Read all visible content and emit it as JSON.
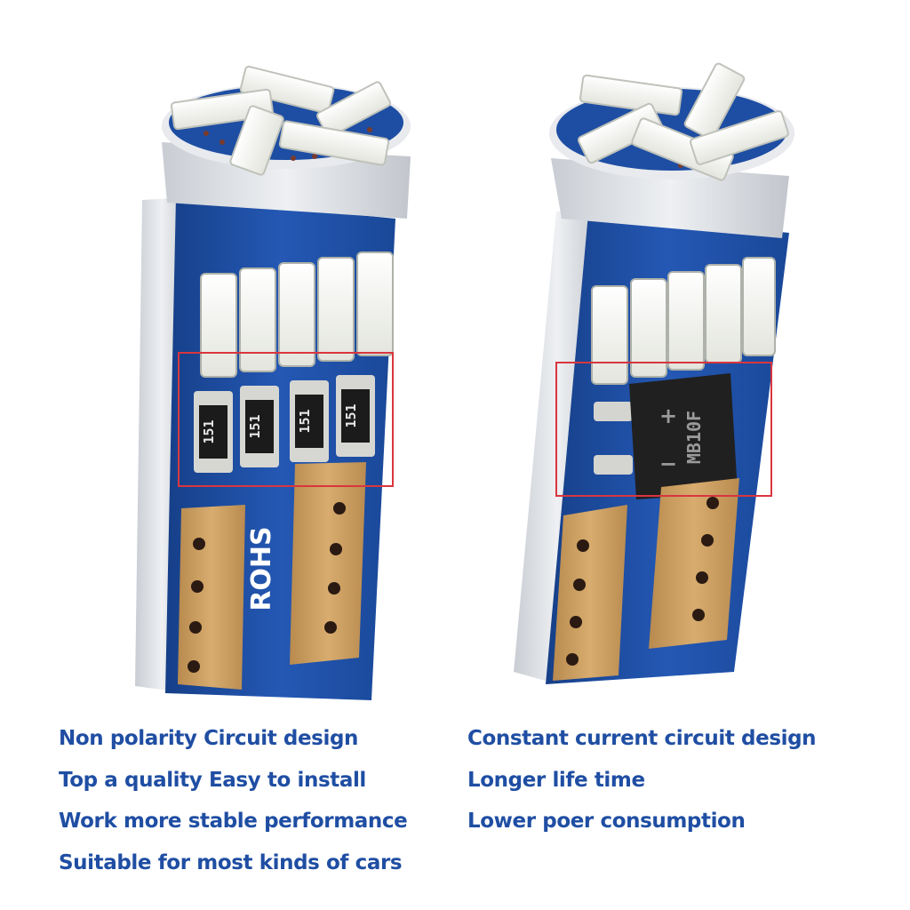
{
  "colors": {
    "feature_text": "#1f4ea3",
    "pcb_blue": "#1d4fa6",
    "pcb_blue_dark": "#163f88",
    "gold_pad": "#c99b5e",
    "highlight_box": "#d9363e",
    "silicone": "#d9dde2",
    "led_white": "#f4f4ee",
    "resistor_black": "#1b1b1b"
  },
  "left_bulb": {
    "resistor_labels": [
      "151",
      "151",
      "151",
      "151"
    ],
    "silkscreen": "ROHS"
  },
  "right_bulb": {
    "chip_label": "MB10F",
    "chip_plus": "+",
    "chip_minus": "−"
  },
  "features_left": [
    "Non polarity Circuit design",
    "Top a quality Easy to install",
    "Work more stable performance",
    "Suitable for most kinds of cars"
  ],
  "features_right": [
    "Constant current circuit design",
    "Longer life time",
    "Lower poer consumption"
  ]
}
